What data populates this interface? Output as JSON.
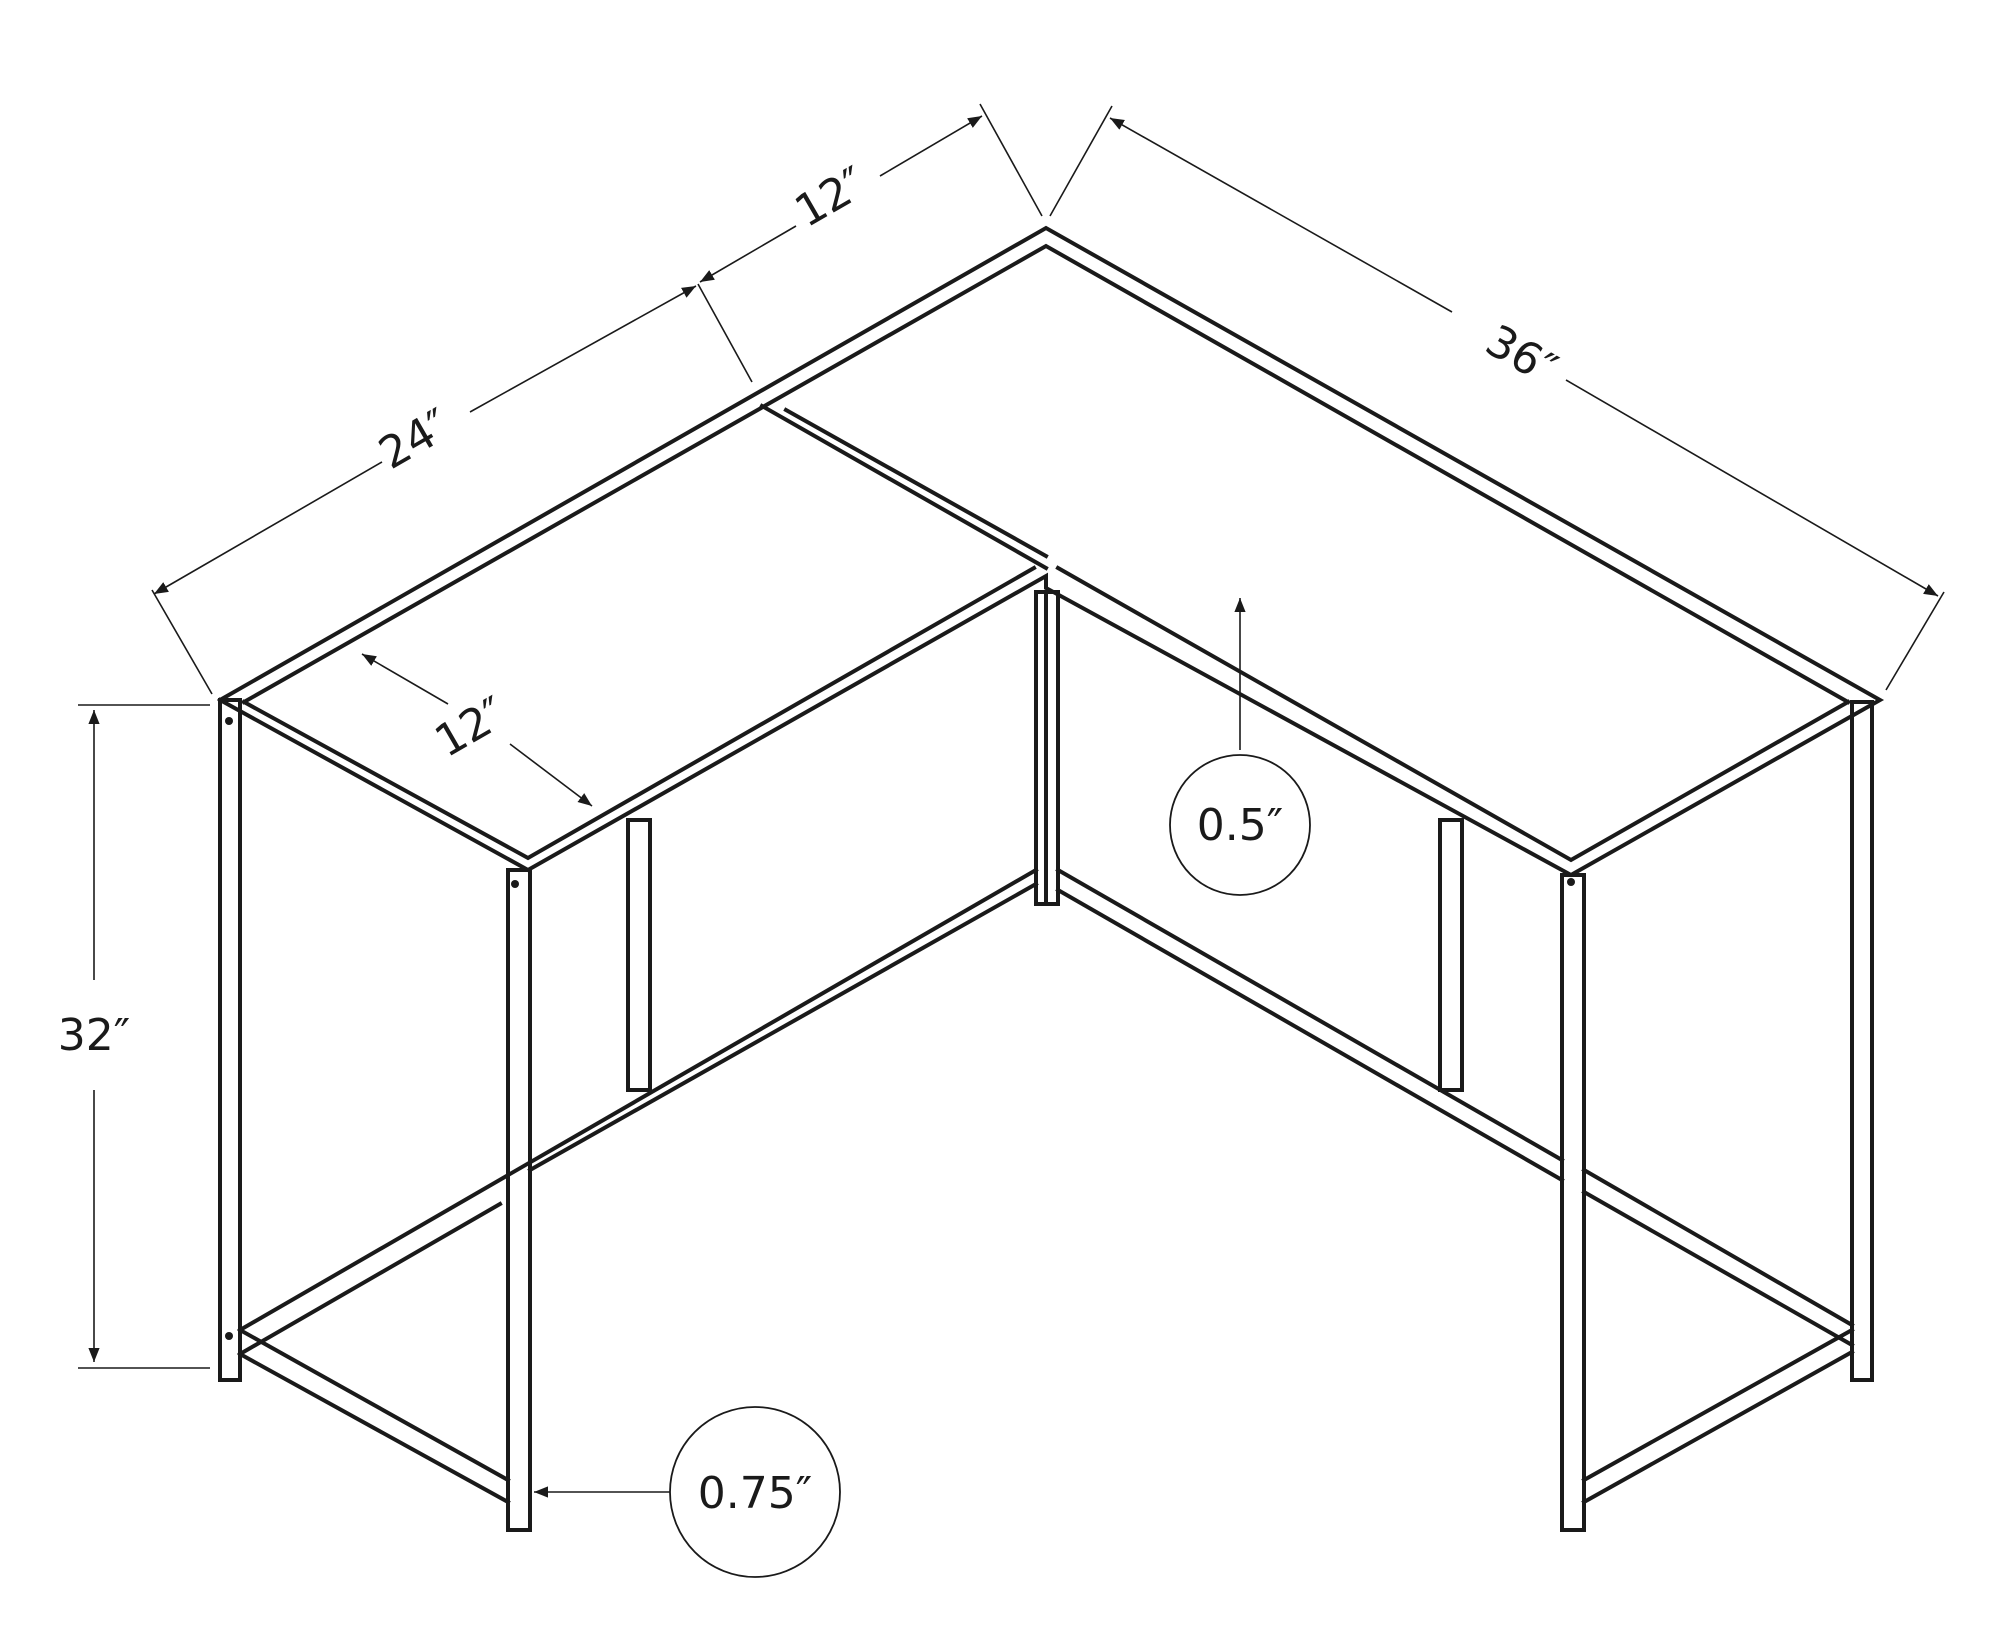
{
  "dimensions": {
    "width_left": "24″",
    "width_mid": "12″",
    "width_right": "36″",
    "depth": "12″",
    "height": "32″",
    "shelf_thickness": "0.5″",
    "leg_thickness": "0.75″"
  }
}
